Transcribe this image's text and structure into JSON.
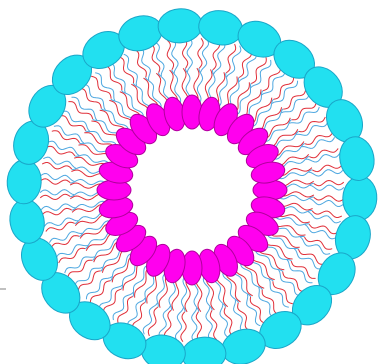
{
  "diagram": {
    "kind": "bilayer vesicle (liposome) cross-section",
    "colors": {
      "background": "#ffffff",
      "outer_heads_fill": "#22e0f0",
      "outer_heads_stroke": "#1aa6c8",
      "inner_heads_fill": "#ff00ee",
      "inner_heads_stroke": "#b0009c",
      "tail_red": "#e0303a",
      "tail_blue": "#4fa8e0"
    },
    "counts": {
      "outer_heads": 26,
      "inner_heads": 28,
      "tail_pairs": 56
    }
  }
}
